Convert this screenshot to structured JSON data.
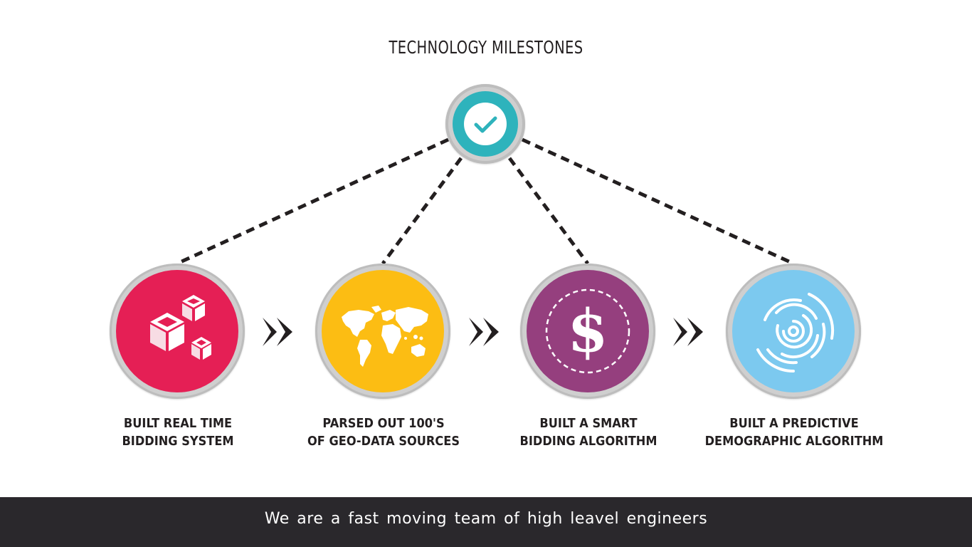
{
  "title": "TECHNOLOGY MILESTONES",
  "hub": {
    "icon": "checkmark-icon",
    "color": "#2eb3bc"
  },
  "milestones": [
    {
      "line1": "BUILT REAL TIME",
      "line2": "BIDDING SYSTEM",
      "icon": "cubes-icon",
      "color": "#e51f55"
    },
    {
      "line1": "PARSED OUT 100'S",
      "line2": "OF GEO-DATA SOURCES",
      "icon": "world-map-icon",
      "color": "#fcbd13"
    },
    {
      "line1": "BUILT A SMART",
      "line2": "BIDDING ALGORITHM",
      "icon": "dollar-icon",
      "color": "#953f7e"
    },
    {
      "line1": "BUILT A PREDICTIVE",
      "line2": "DEMOGRAPHIC ALGORITHM",
      "icon": "radar-icon",
      "color": "#7cc9ef"
    }
  ],
  "footer": {
    "text": "We are a fast moving team of high leavel engineers"
  }
}
